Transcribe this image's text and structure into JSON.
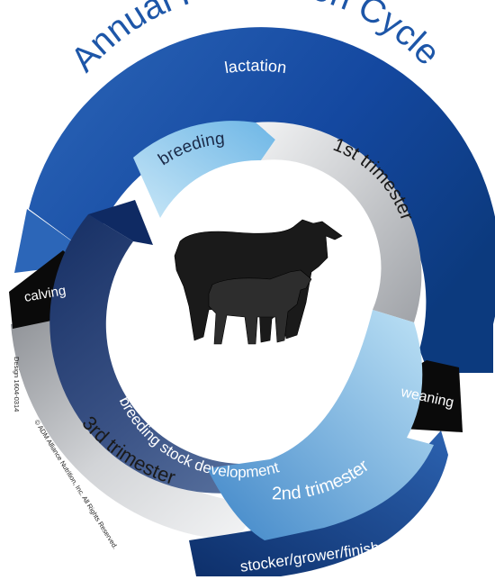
{
  "title": "Annual Production Cycle",
  "outer_ring": {
    "lactation": "lactation",
    "weaning": "weaning",
    "calving": "calving",
    "third_trimester": "3rd trimester",
    "stocker": "stocker/grower/finish"
  },
  "inner_ring": {
    "breeding": "breeding",
    "first_trimester": "1st trimester",
    "second_trimester": "2nd trimester",
    "breeding_stock": "breeding stock development"
  },
  "credits": {
    "design": "Design 1604-0314",
    "copyright": "© ADM Alliance Nutrition, Inc.  All Rights Reserved."
  },
  "colors": {
    "navy": "#0d3a78",
    "royal": "#2a62b4",
    "sky": "#9fd2ee",
    "steel": "#4a5f8a",
    "grey": "#c7c9cd",
    "black": "#0a0a0a"
  }
}
